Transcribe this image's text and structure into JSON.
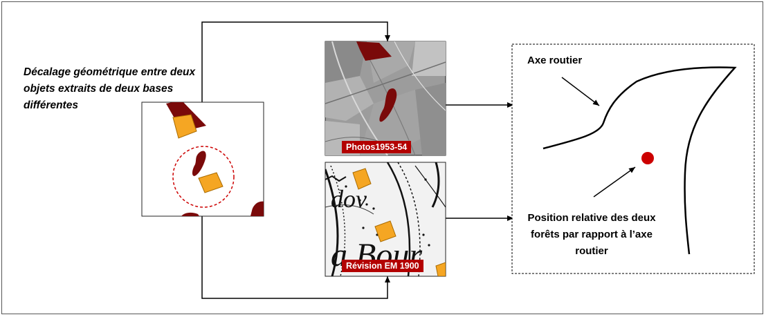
{
  "caption": "Décalage géométrique entre deux objets extraits de deux bases différentes",
  "labels": {
    "photo": "Photos1953-54",
    "map": "Révision EM 1900"
  },
  "right_panel": {
    "axis_label": "Axe routier",
    "position_text": "Position relative des deux forêts par rapport à l’axe routier"
  },
  "colors": {
    "forest": "#7a0a0a",
    "building": "#f5a623",
    "label_bg": "#b30000",
    "circle": "#cc0000"
  }
}
